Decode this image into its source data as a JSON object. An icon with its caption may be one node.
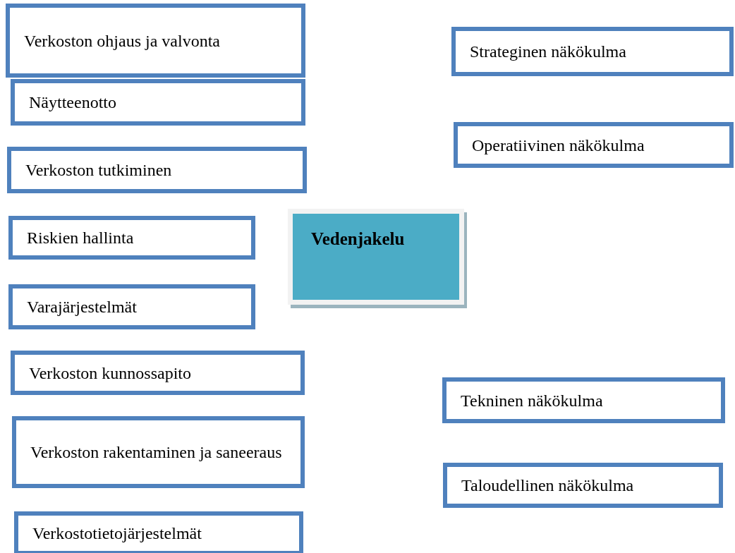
{
  "diagram": {
    "nodes": [
      {
        "text": [
          "Verkoston ohjaus ja valvonta"
        ]
      },
      {
        "text": [
          "Strateginen näkökulma"
        ]
      },
      {
        "text": [
          "Näytteenotto"
        ]
      },
      {
        "text": [
          "Operatiivinen näkökulma"
        ]
      },
      {
        "text": [
          "Verkoston tutkiminen"
        ]
      },
      {
        "text": [
          "Riskien hallinta"
        ]
      },
      {
        "text": [
          "Vedenjakelu"
        ]
      },
      {
        "text": [
          "Varajärjestelmät"
        ]
      },
      {
        "text": [
          "Verkoston kunnossapito"
        ]
      },
      {
        "text": [
          "Tekninen näkökulma"
        ]
      },
      {
        "text": [
          "Verkoston rakentaminen ja saneeraus"
        ]
      },
      {
        "text": [
          "Taloudellinen näkökulma"
        ]
      },
      {
        "text": [
          "Verkostotietojärjestelmät"
        ]
      }
    ]
  }
}
